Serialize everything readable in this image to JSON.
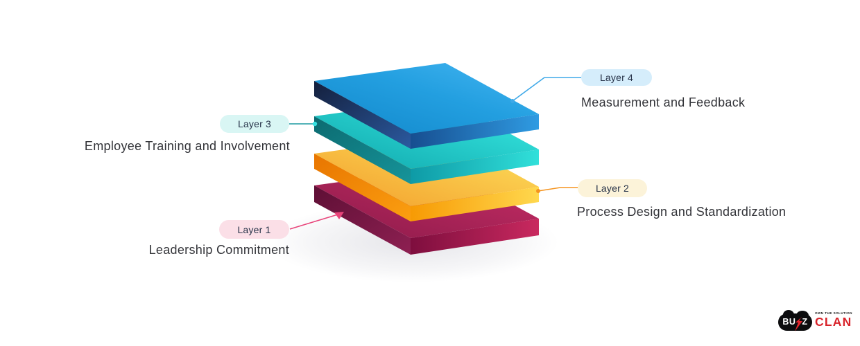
{
  "diagram": {
    "type": "layered-stack",
    "layers": [
      {
        "badge": "Layer 1",
        "label": "Leadership Commitment",
        "side": "left",
        "slab_color": "#a81950",
        "badge_bg": "#fbdfe7",
        "connector_color": "#e8447a"
      },
      {
        "badge": "Layer 2",
        "label": "Process Design and Standardization",
        "side": "right",
        "slab_color": "#fbb321",
        "badge_bg": "#fcf3d9",
        "connector_color": "#f5941e"
      },
      {
        "badge": "Layer 3",
        "label": "Employee Training and Involvement",
        "side": "left",
        "slab_color": "#19c6c6",
        "badge_bg": "#d9f6f4",
        "connector_color": "#1b9aa0"
      },
      {
        "badge": "Layer 4",
        "label": "Measurement and Feedback",
        "side": "right",
        "slab_color": "#1e9cdc",
        "badge_bg": "#d5edfb",
        "connector_color": "#3fa9e8"
      }
    ]
  },
  "logo": {
    "brand_bu": "BU",
    "brand_z": "Z",
    "brand_clan": "CLAN",
    "tagline": "OWN THE SOLUTION",
    "red": "#d8232a",
    "black": "#0c0c0e"
  }
}
